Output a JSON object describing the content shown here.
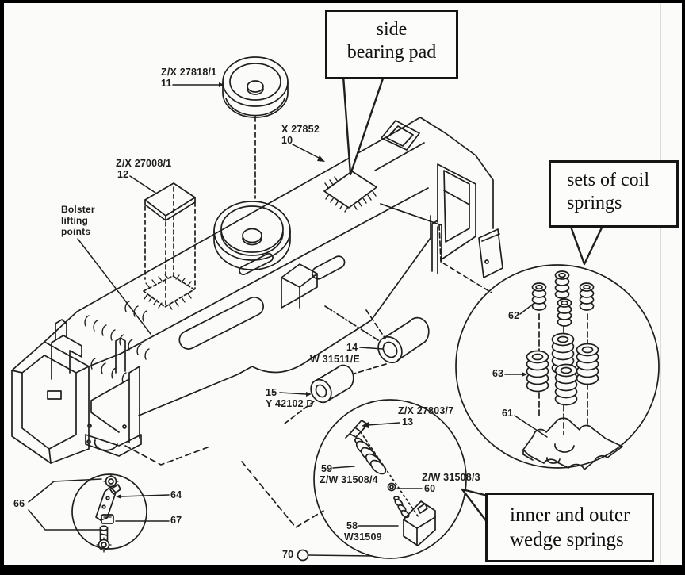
{
  "figure": {
    "callouts": {
      "side_bearing_pad": "side\nbearing pad",
      "coil_springs": "sets of coil\nsprings",
      "wedge_springs": "inner and outer\nwedge springs"
    },
    "parts": {
      "p11": {
        "code": "Z/X 27818/1",
        "num": "11"
      },
      "p10": {
        "code": "X 27852",
        "num": "10"
      },
      "p12": {
        "code": "Z/X 27008/1",
        "num": "12"
      },
      "lifting_points": "Bolster lifting points",
      "p14": {
        "num": "14",
        "code": "W 31511/E"
      },
      "p15": {
        "num": "15",
        "code": "Y 42102 D"
      },
      "p13": {
        "code": "Z/X 27803/7",
        "num": "13"
      },
      "p59": {
        "num": "59",
        "code": "Z/W 31508/4"
      },
      "p60": {
        "code": "Z/W 31508/3",
        "num": "60"
      },
      "p58": {
        "num": "58",
        "code": "W31509"
      },
      "p61": "61",
      "p62": "62",
      "p63": "63",
      "p64": "64",
      "p66": "66",
      "p67": "67",
      "p70": "70"
    },
    "colors": {
      "ink": "#1f1f1f",
      "paper": "#fbfbf9",
      "crease": "#dcdcd4"
    }
  }
}
